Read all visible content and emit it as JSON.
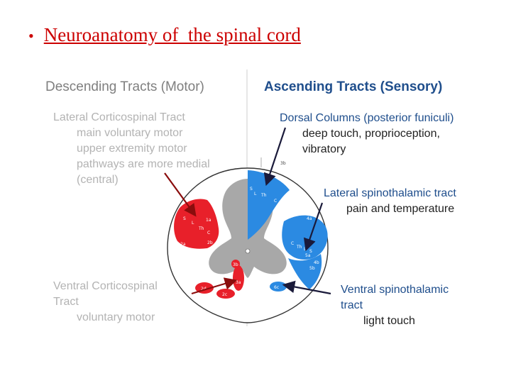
{
  "slide": {
    "bullet": "•",
    "title": "Neuroanatomy of  the spinal cord"
  },
  "diagram": {
    "left_header": "Descending Tracts (Motor)",
    "right_header": "Ascending Tracts (Sensory)",
    "lateral_cst": {
      "title": "Lateral Corticospinal Tract",
      "lines": [
        "main voluntary motor",
        "upper extremity motor",
        "pathways are more medial",
        "(central)"
      ]
    },
    "ventral_cst": {
      "title_1": "Ventral Corticospinal",
      "title_2": "Tract",
      "line": "voluntary motor"
    },
    "dorsal_columns": {
      "title": "Dorsal Columns (posterior funiculi)",
      "lines": [
        "deep touch, proprioception,",
        "vibratory"
      ]
    },
    "lateral_stt": {
      "title": "Lateral spinothalamic tract",
      "line": "pain and temperature"
    },
    "ventral_stt": {
      "title_1": "Ventral spinothalamic",
      "title_2": "tract",
      "line": "light touch"
    },
    "cord_labels": {
      "left_motor": [
        "S",
        "L",
        "Th",
        "C",
        "1a",
        "2a",
        "2b"
      ],
      "ventral_motor": [
        "2d",
        "2c",
        "3b",
        "3a"
      ],
      "dorsal": [
        "3b",
        "S",
        "L",
        "Th",
        "C"
      ],
      "lateral_sensory": [
        "4a",
        "C",
        "Th",
        "L",
        "S",
        "4b",
        "5a",
        "5b"
      ],
      "ventral_sensory": [
        "6c"
      ]
    },
    "colors": {
      "motor": "#e8202a",
      "sensory": "#2b8ae2",
      "grey_matter": "#a8a8a8",
      "cord_outline": "#333333"
    }
  }
}
